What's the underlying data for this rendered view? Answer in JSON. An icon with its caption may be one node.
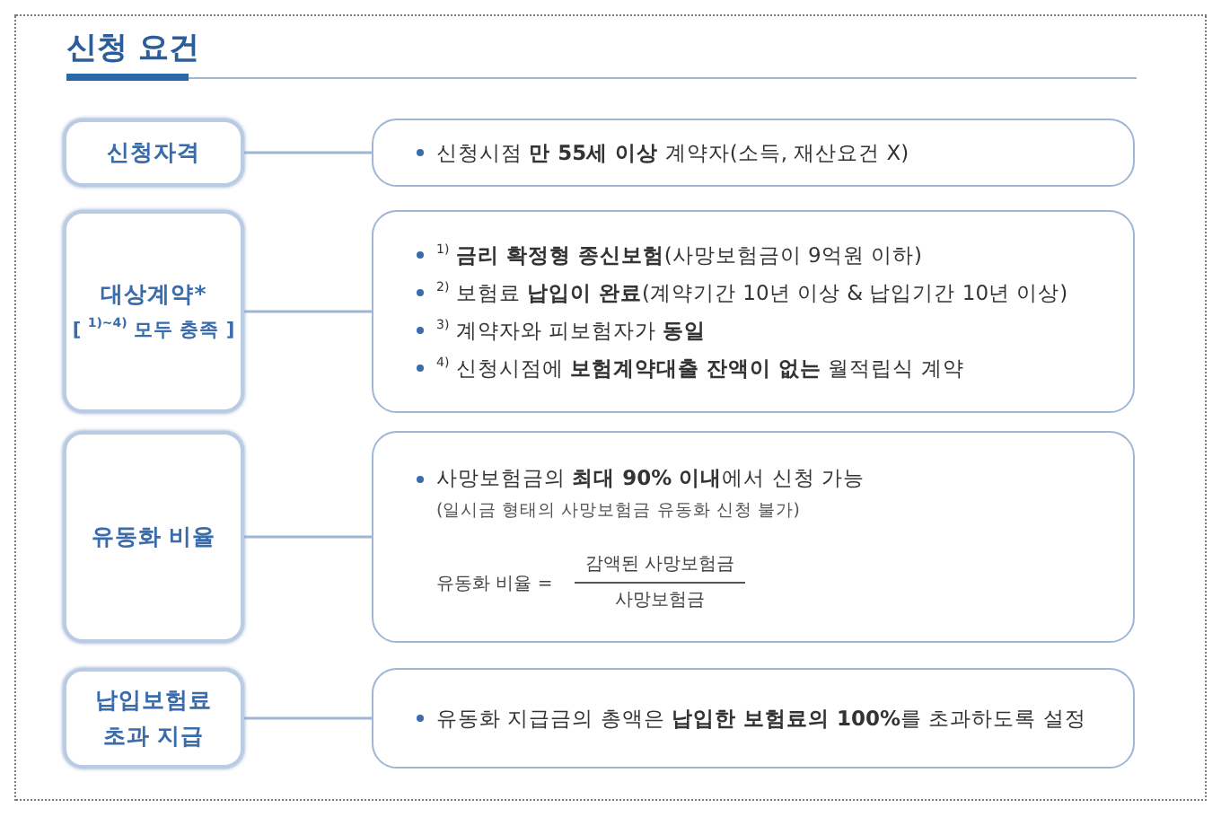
{
  "diagram": {
    "title": "신청 요건",
    "nodes": [
      {
        "text": [
          "신청자격"
        ]
      },
      {
        "text": [
          "신청시점 **만 55세 이상** 계약자(소득, 재산요건 X)"
        ]
      },
      {
        "text": [
          "대상계약*",
          "[ $^{1)~4)}$ 모두 충족 ]"
        ]
      },
      {
        "text": [
          "$^{1)}$ **금리 확정형 종신보험**(사망보험금이 9억원 이하)",
          "$^{2)}$ 보험료 **납입이 완료**(계약기간 10년 이상 & 납입기간 10년 이상)",
          "$^{3)}$ 계약자와 피보험자가 **동일**",
          "$^{4)}$ 신청시점에 **보험계약대출 잔액이 없는** 월적립식 계약"
        ]
      },
      {
        "text": [
          "유동화 비율"
        ]
      },
      {
        "text": [
          "사망보험금의 **최대 90% 이내**에서 신청 가능",
          "(일시금 형태의 사망보험금 유동화 신청 불가)",
          "유동화 비율 =",
          "감액된 사망보험금",
          "사망보험금"
        ]
      },
      {
        "text": [
          "납입보험료 초과 지급"
        ]
      },
      {
        "text": [
          "유동화 지급금의 총액은 **납입한 보험료의 100%**를 초과하도록 설정"
        ]
      }
    ],
    "edges": [
      {
        "from": 0,
        "to": 1,
        "arrow": "none"
      },
      {
        "from": 2,
        "to": 3,
        "arrow": "none"
      },
      {
        "from": 4,
        "to": 5,
        "arrow": "none"
      },
      {
        "from": 6,
        "to": 7,
        "arrow": "none"
      }
    ]
  }
}
